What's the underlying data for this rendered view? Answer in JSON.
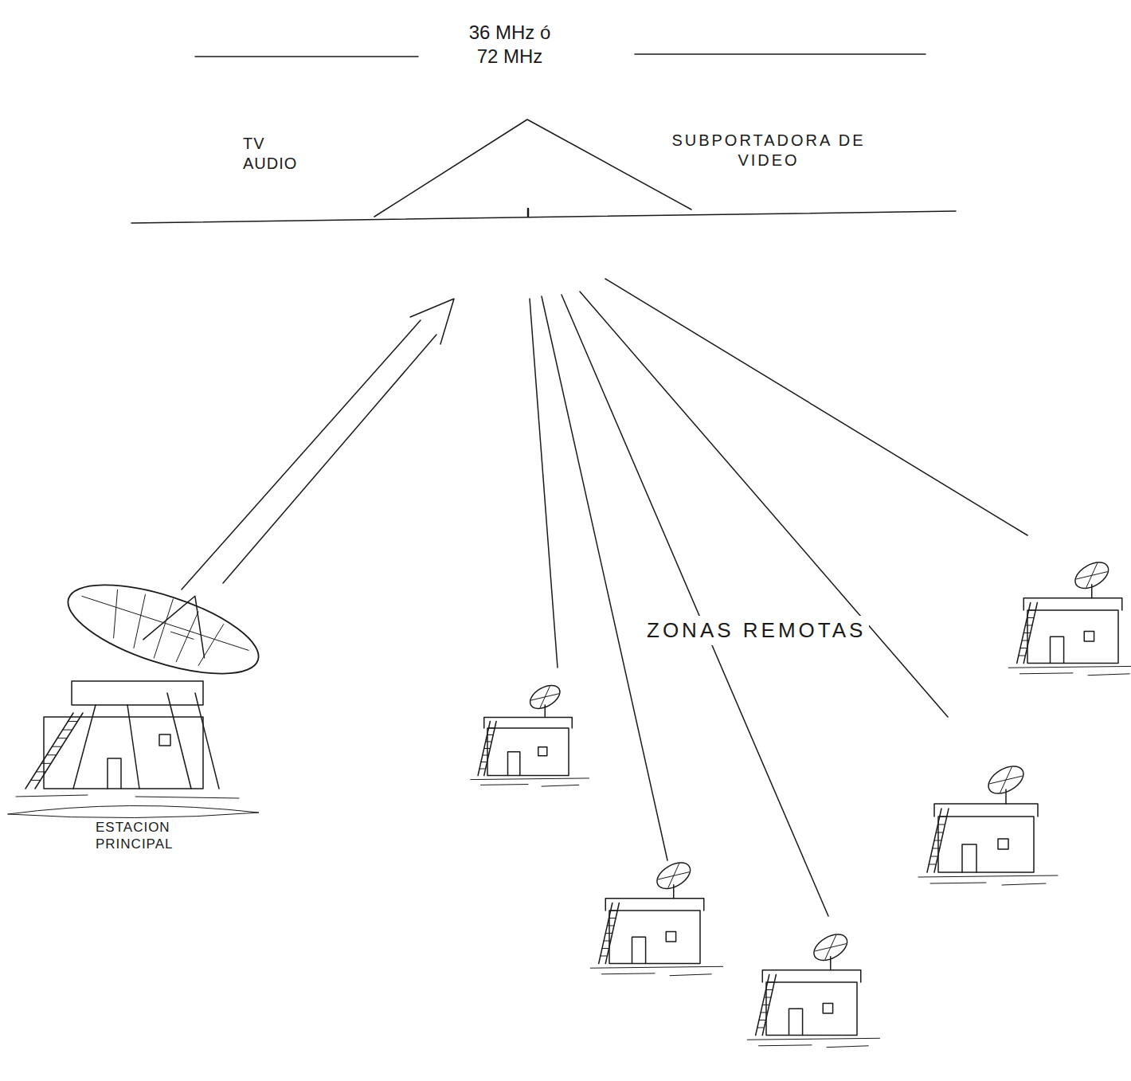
{
  "diagram": {
    "labels": [
      "36 MHz ó 72 MHz",
      "TV AUDIO",
      "SUBPORTADORA DE VIDEO",
      "ZONAS REMOTAS",
      "ESTACION PRINCIPAL"
    ]
  }
}
